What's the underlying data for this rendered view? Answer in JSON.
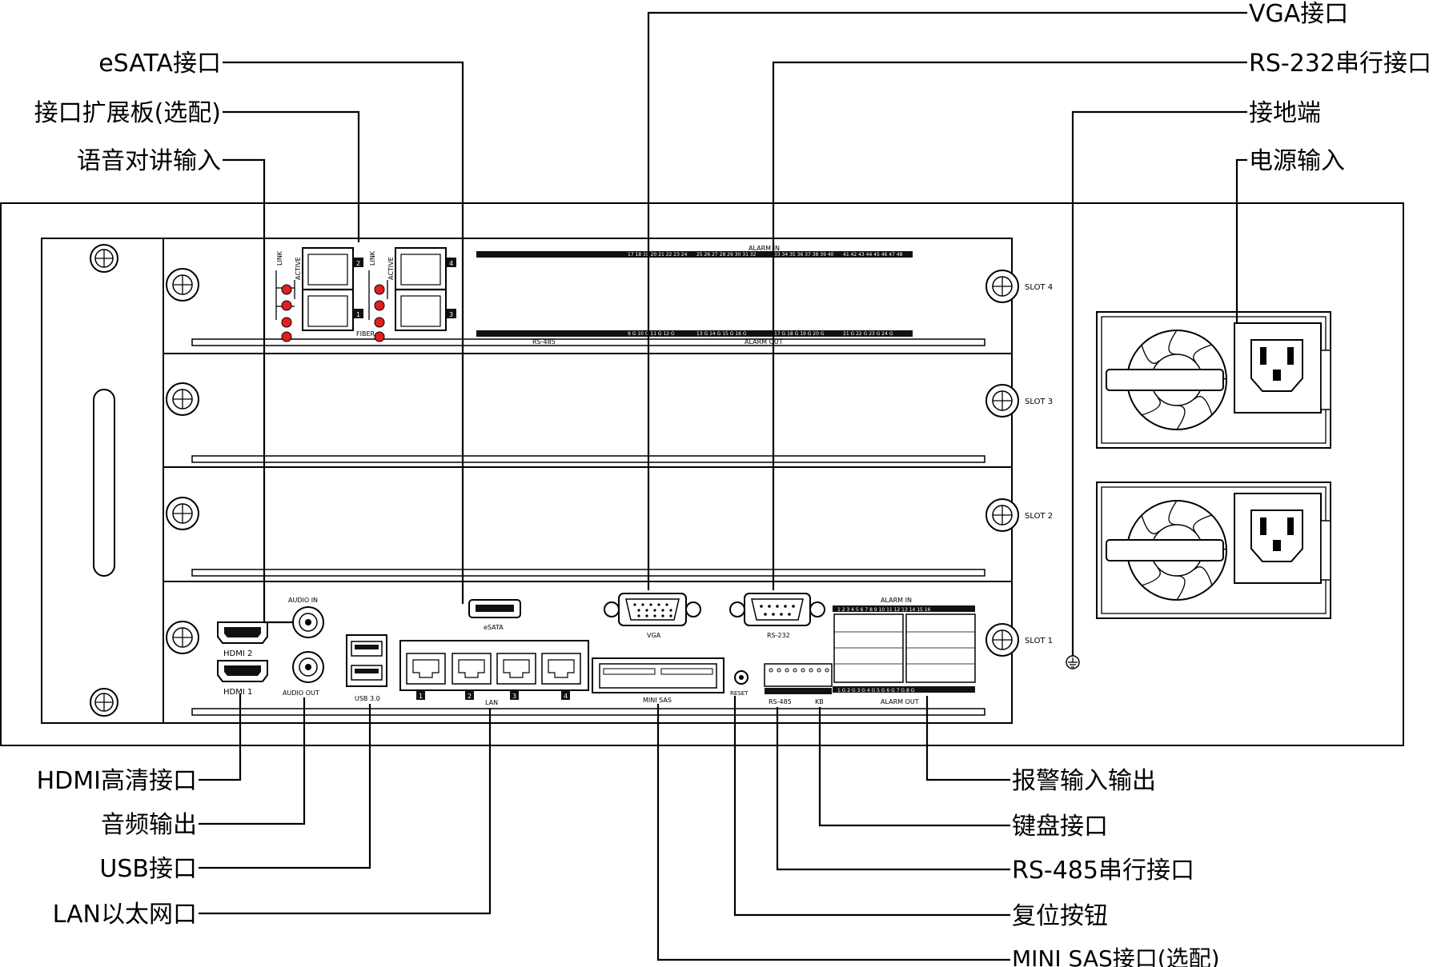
{
  "callouts": {
    "left": {
      "esata": "eSATA接口",
      "expansion": "接口扩展板(选配)",
      "intercom": "语音对讲输入",
      "hdmi": "HDMI高清接口",
      "audio_out": "音频输出",
      "usb": "USB接口",
      "lan": "LAN以太网口"
    },
    "right": {
      "vga": "VGA接口",
      "rs232": "RS-232串行接口",
      "ground": "接地端",
      "power": "电源输入",
      "alarm": "报警输入输出",
      "keyboard": "键盘接口",
      "rs485": "RS-485串行接口",
      "reset": "复位按钮",
      "mini_sas": "MINI SAS接口(选配)"
    }
  },
  "panel": {
    "slots": [
      "SLOT 4",
      "SLOT 3",
      "SLOT 2",
      "SLOT 1"
    ],
    "expansion_card": {
      "link": "LINK",
      "active": "ACTIVE",
      "fiber": "FIBER",
      "ports": [
        "2",
        "1",
        "4",
        "3"
      ],
      "alarm_in": "ALARM IN",
      "alarm_out": "ALARM OUT",
      "rs485": "RS-485",
      "alarm_in_numbers": [
        "17 18 19 20 21 22 23 24",
        "25 26 27 28 29 30 31 32",
        "33 34 35 36 37 38 39 40",
        "41 42 43 44 45 46 47 48"
      ],
      "alarm_out_numbers": [
        "9 G 10 G 11 G 12 G",
        "13 G 14 G 15 G 16 G",
        "17 G 18 G 19 G 20 G",
        "21 G 22 G 23 G 24 G"
      ]
    },
    "io": {
      "audio_in": "AUDIO IN",
      "audio_out": "AUDIO OUT",
      "hdmi1": "HDMI 1",
      "hdmi2": "HDMI 2",
      "usb": "USB 3.0",
      "esata": "eSATA",
      "lan": "LAN",
      "lan_ports": [
        "1",
        "2",
        "3",
        "4"
      ],
      "vga": "VGA",
      "rs232": "RS-232",
      "mini_sas": "MINI SAS",
      "reset": "RESET",
      "rs485": "RS-485",
      "kb": "KB",
      "alarm_in": "ALARM IN",
      "alarm_out": "ALARM OUT",
      "alarm_in_numbers": "1 2 3 4 5 6 7 8   9 10 11 12 13 14 15 16",
      "alarm_out_numbers": "1 G 2 G 3 G 4 G   5 G 6 G 7 G 8 G"
    }
  }
}
